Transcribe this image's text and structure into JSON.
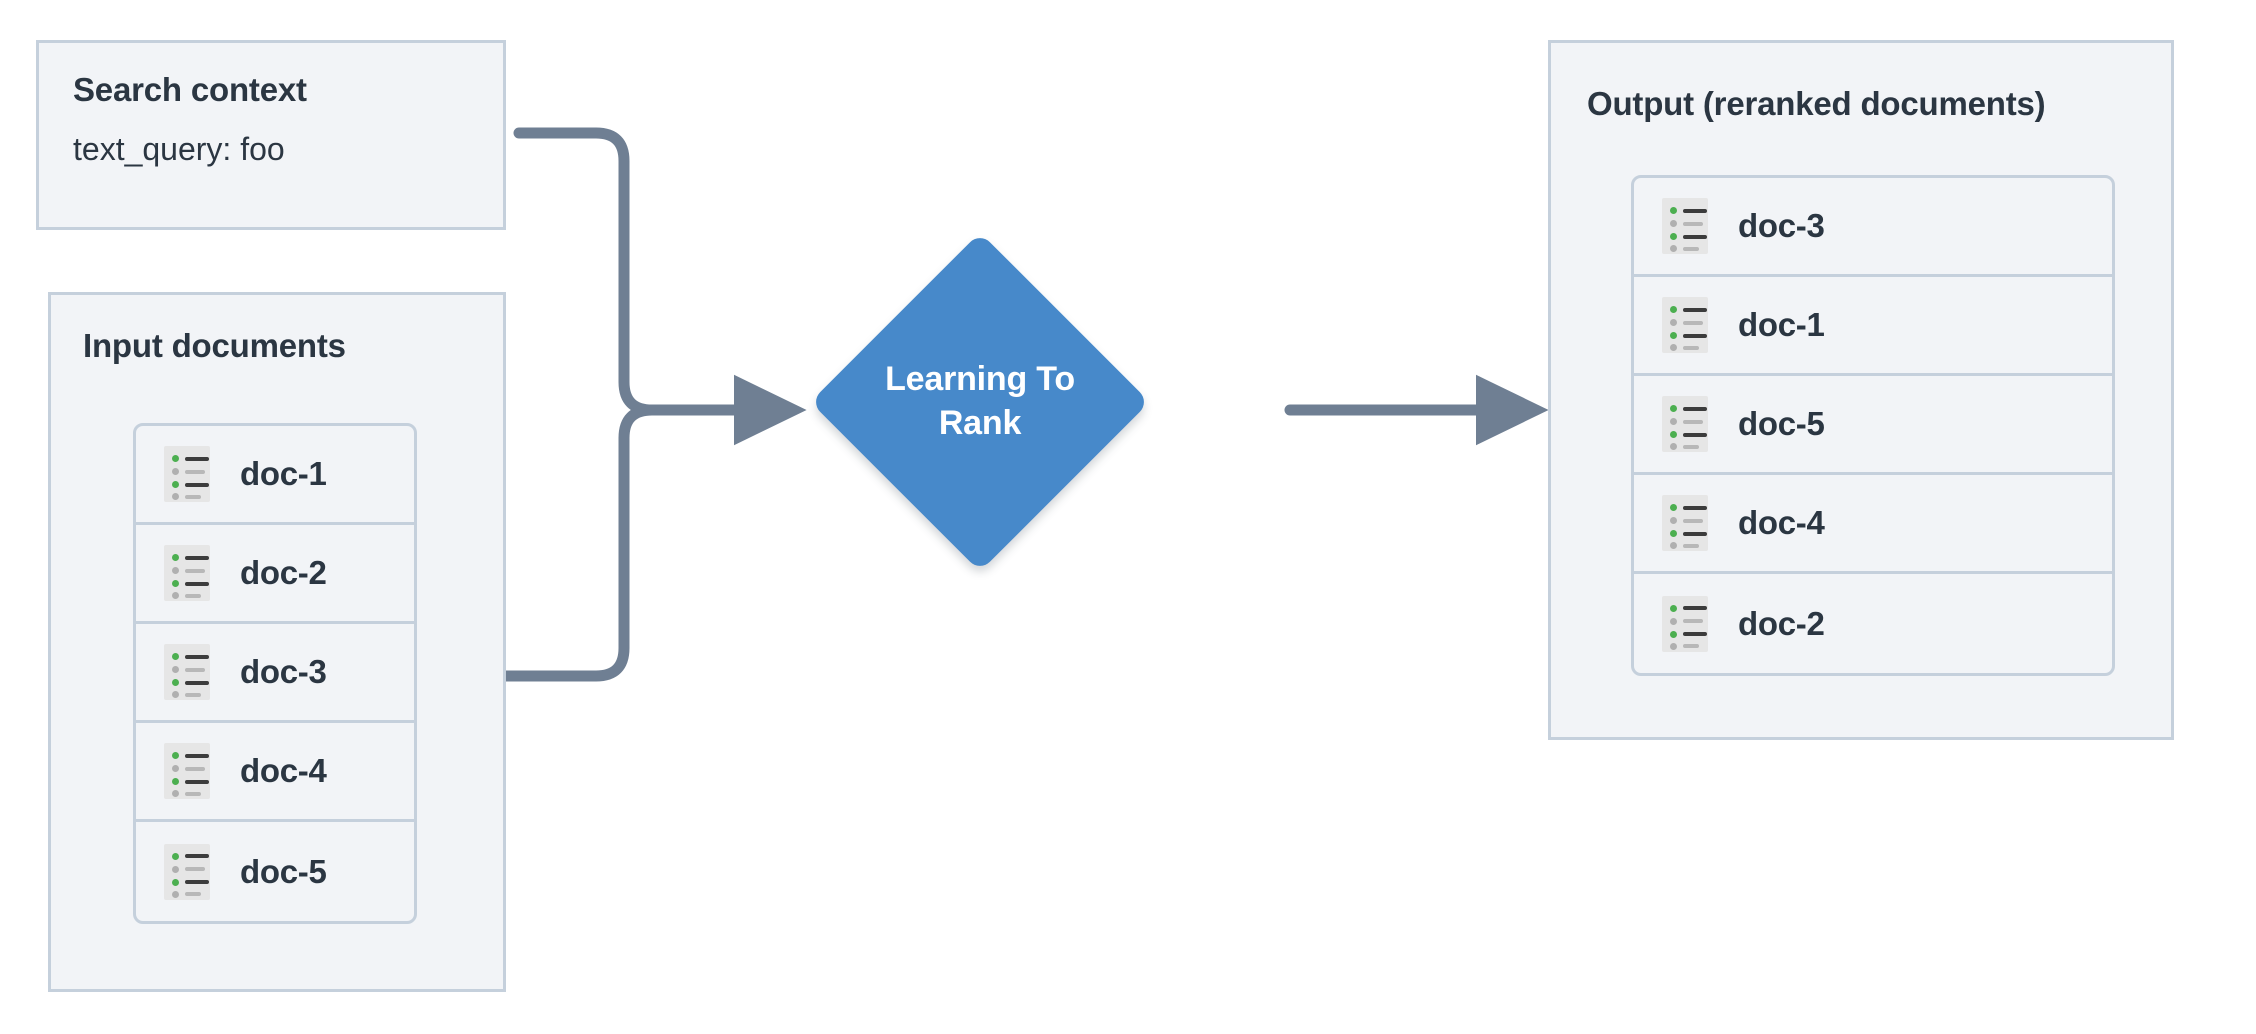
{
  "diagram": {
    "title": "Learning To Rank reranking flow",
    "colors": {
      "panel_fill": "#f2f4f7",
      "panel_border": "#c5d0dc",
      "text": "#2b3642",
      "node_blue": "#4789ca",
      "connector_gray": "#6f7f93",
      "icon_accent_green": "#4caf50",
      "background": "#ffffff"
    }
  },
  "search_context": {
    "title": "Search context",
    "query_line": "text_query: foo"
  },
  "input_documents": {
    "title": "Input documents",
    "items": [
      {
        "label": "doc-1",
        "icon": "document-list-icon"
      },
      {
        "label": "doc-2",
        "icon": "document-list-icon"
      },
      {
        "label": "doc-3",
        "icon": "document-list-icon"
      },
      {
        "label": "doc-4",
        "icon": "document-list-icon"
      },
      {
        "label": "doc-5",
        "icon": "document-list-icon"
      }
    ]
  },
  "process_node": {
    "label": "Learning To Rank",
    "line1": "Learning To",
    "line2": "Rank",
    "shape": "diamond"
  },
  "output": {
    "title": "Output (reranked documents)",
    "items": [
      {
        "label": "doc-3",
        "icon": "document-list-icon"
      },
      {
        "label": "doc-1",
        "icon": "document-list-icon"
      },
      {
        "label": "doc-5",
        "icon": "document-list-icon"
      },
      {
        "label": "doc-4",
        "icon": "document-list-icon"
      },
      {
        "label": "doc-2",
        "icon": "document-list-icon"
      }
    ]
  },
  "connectors": [
    {
      "name": "search-context-to-ltr",
      "from": "search_context",
      "to": "process_node",
      "style": "elbow-arrow"
    },
    {
      "name": "input-documents-to-ltr",
      "from": "input_documents",
      "to": "process_node",
      "style": "elbow-arrow"
    },
    {
      "name": "ltr-to-output",
      "from": "process_node",
      "to": "output",
      "style": "straight-arrow"
    }
  ]
}
